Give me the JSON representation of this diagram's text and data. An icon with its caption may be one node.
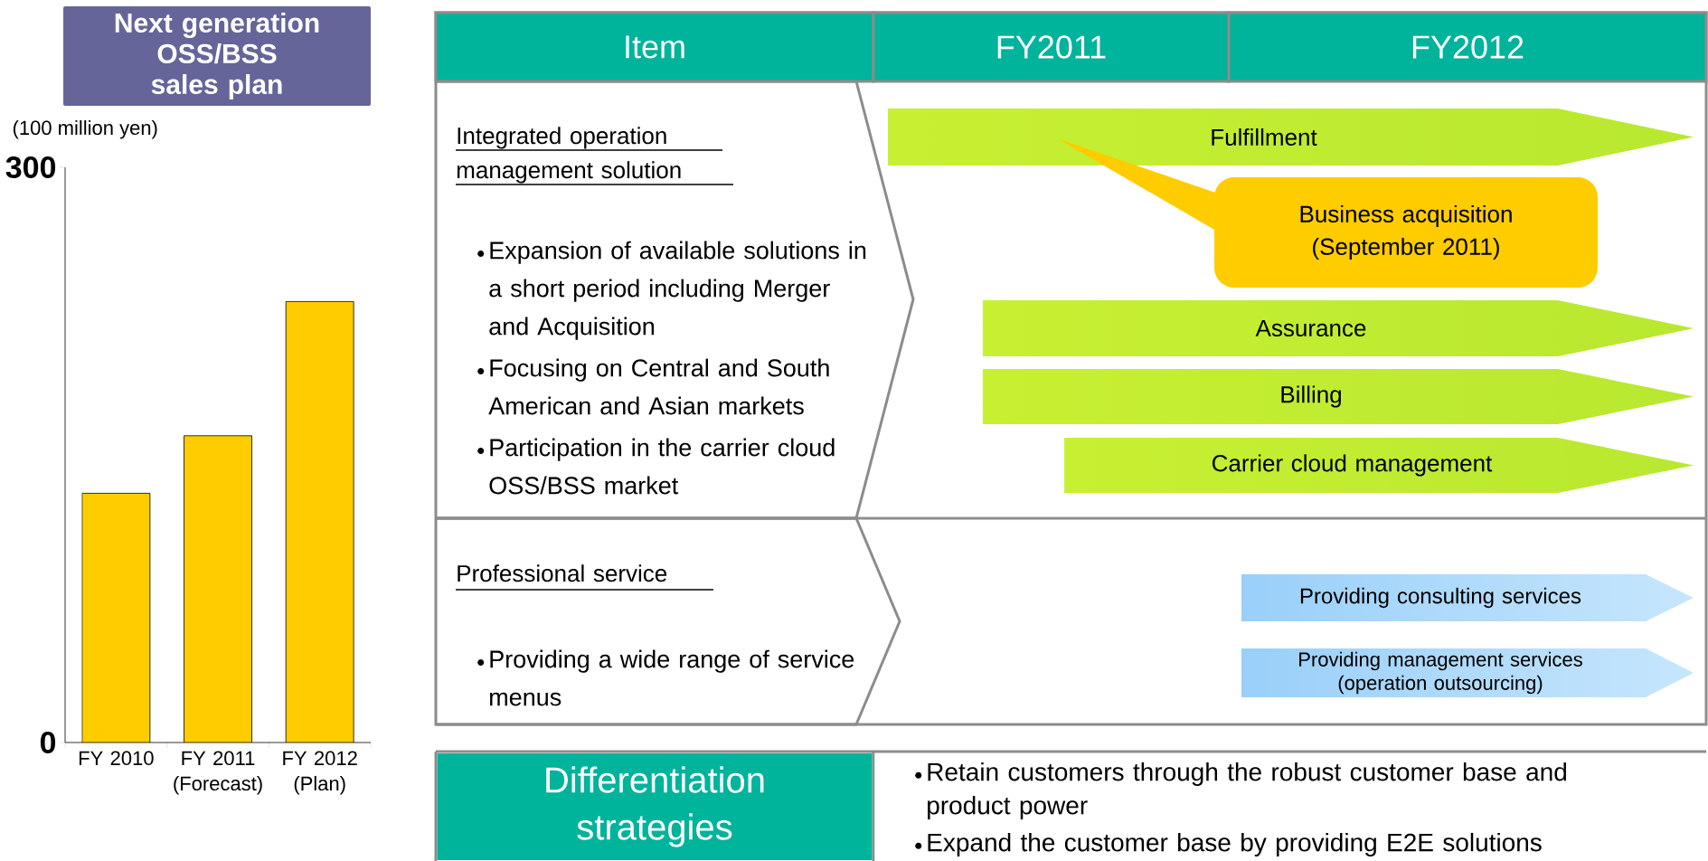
{
  "diagram": {
    "nodes": [
      {
        "text": [
          "Item"
        ]
      },
      {
        "text": [
          "FY2011"
        ]
      },
      {
        "text": [
          "FY2012"
        ]
      },
      {
        "text": [
          "Integrated operation management solution",
          "Expansion of available solutions in a short period including Merger and Acquisition",
          "Focusing on Central and South American and Asian markets",
          "Participation in the carrier cloud OSS/BSS market"
        ]
      },
      {
        "text": [
          "Fulfillment"
        ]
      },
      {
        "text": [
          "Business acquisition (September 2011)"
        ]
      },
      {
        "text": [
          "Assurance"
        ]
      },
      {
        "text": [
          "Billing"
        ]
      },
      {
        "text": [
          "Carrier cloud management"
        ]
      },
      {
        "text": [
          "Professional service",
          "Providing a wide range of service menus"
        ]
      },
      {
        "text": [
          "Providing consulting services"
        ]
      },
      {
        "text": [
          "Providing management services (operation outsourcing)"
        ]
      },
      {
        "text": [
          "Differentiation strategies"
        ]
      },
      {
        "text": [
          "Retain customers through the robust customer base and product power",
          "Expand the customer base by providing E2E solutions"
        ]
      }
    ],
    "chart_data": {
      "type": "bar",
      "title": "Next generation OSS/BSS sales plan",
      "ylabel": "(100 million yen)",
      "categories": [
        "FY 2010",
        "FY 2011 (Forecast)",
        "FY 2012 (Plan)"
      ],
      "series": [
        {
          "color": "#ffcc00",
          "values": [
            130,
            160,
            230
          ]
        }
      ],
      "ylim": [
        0,
        300
      ],
      "yticks": [
        0,
        300
      ]
    }
  }
}
